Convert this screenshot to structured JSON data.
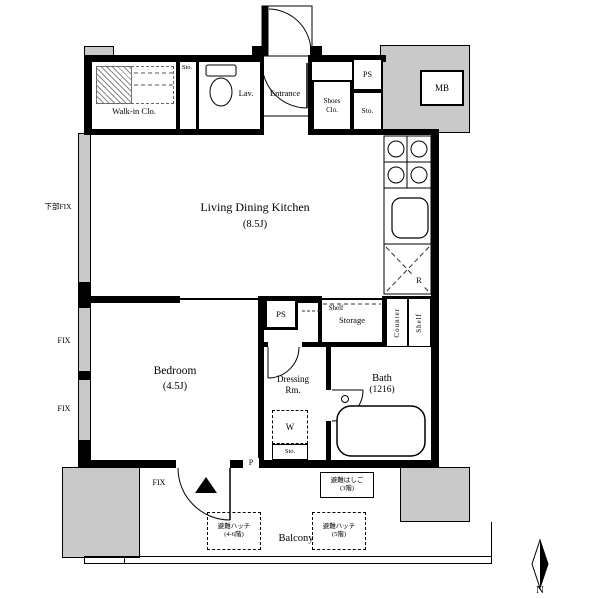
{
  "rooms": {
    "walk_in_closet": "Walk-in Clo.",
    "sto_top": "Sto.",
    "lavatory": "Lav.",
    "entrance": "Entrance",
    "shoes_l1": "Shoes",
    "shoes_l2": "Clo.",
    "ps_top": "PS",
    "sto_entry": "Sto.",
    "meter_box": "MB",
    "ldk_name": "Living Dining Kitchen",
    "ldk_size": "(8.5J)",
    "bedroom_name": "Bedroom",
    "bedroom_size": "(4.5J)",
    "ps_mid": "PS",
    "shelf_small": "Shelf",
    "storage": "Storage",
    "counter": "Counter",
    "shelf_kitchen": "Shelf",
    "dressing_l1": "Dressing",
    "dressing_l2": "Rm.",
    "bath_name": "Bath",
    "bath_size": "(1216)",
    "washer": "W",
    "sto_dressing": "Sto.",
    "fridge": "R",
    "pillar": "P",
    "balcony": "Balcony"
  },
  "windows": {
    "kabu_fix": "下部FIX",
    "fix1": "FIX",
    "fix2": "FIX",
    "fix3": "FIX"
  },
  "evac": {
    "ladder_l1": "避難はしご",
    "ladder_l2": "(3階)",
    "hatch1_l1": "避難ハッチ",
    "hatch1_l2": "(4-6階)",
    "hatch2_l1": "避難ハッチ",
    "hatch2_l2": "(5階)"
  },
  "compass": {
    "north": "N"
  },
  "colors": {
    "wall": "#000000",
    "concrete": "#c9c9c9",
    "background": "#ffffff"
  }
}
